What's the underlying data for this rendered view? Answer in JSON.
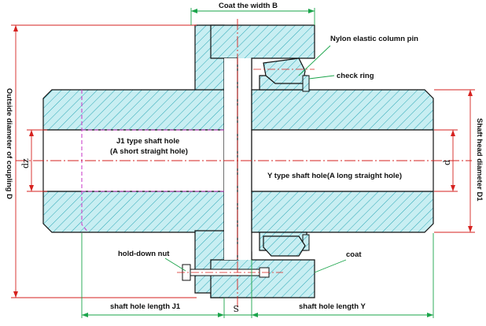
{
  "diagram": {
    "labels": {
      "coat_width": "Coat the width B",
      "nylon_pin": "Nylon elastic column pin",
      "check_ring": "check ring",
      "j1_hole_line1": "J1 type shaft hole",
      "j1_hole_line2": "(A short straight hole)",
      "y_hole": "Y type shaft hole(A long straight hole)",
      "hold_down_nut": "hold-down nut",
      "coat": "coat",
      "shaft_len_j1": "shaft hole length J1",
      "shaft_len_y": "shaft hole length Y",
      "gap_s": "S",
      "outside_diameter": "Outside diameter of coupling D",
      "shaft_head_diameter": "Shaft head diameter D1",
      "dz": "dz",
      "d": "d"
    },
    "colors": {
      "hatch_fill": "#c8eef2",
      "hatch_line": "#2aa7b5",
      "outline": "#111111",
      "dimension": "#d6221f",
      "leader": "#1aa44a",
      "j1_outline": "#cc44cc",
      "centerline": "#d6221f"
    }
  }
}
